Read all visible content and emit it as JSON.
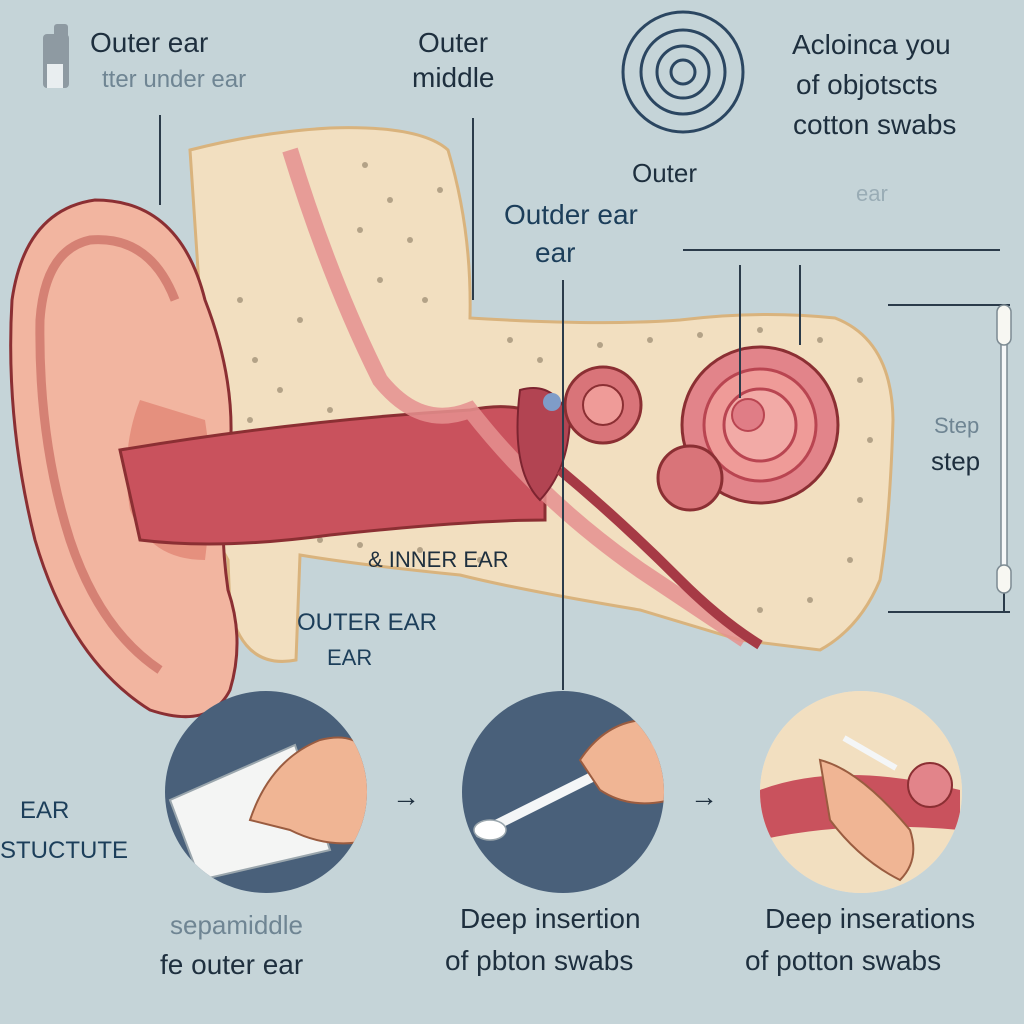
{
  "labels": {
    "top_outer_ear": "Outer ear",
    "top_under_ear": "tter under ear",
    "top_outer": "Outer",
    "top_middle": "middle",
    "notice_line1": "Acloinca you",
    "notice_line2": "of objotscts",
    "notice_line3": "cotton swabs",
    "outer_mid": "Outer",
    "faint_ear": "ear",
    "outder_ear": "Outder ear",
    "outder_ear_2": "ear",
    "inner_ear": "& INNER EAR",
    "outer_ear_lower": "OUTER EAR",
    "outer_ear_lower_2": "EAR",
    "step_faint": "Step",
    "step": "step",
    "ear_structure_1": "EAR",
    "ear_structure_2": "STUCTUTE",
    "arrow1": "→",
    "arrow2": "→"
  },
  "steps": [
    {
      "caption_line1": "sepamiddle",
      "caption_line2": "fe outer ear"
    },
    {
      "caption_line1": "Deep insertion",
      "caption_line2": "of pbton swabs"
    },
    {
      "caption_line1": "Deep inserations",
      "caption_line2": "of potton swabs"
    }
  ],
  "colors": {
    "background": "#c5d4d8",
    "skin": "#f2b5a0",
    "canal": "#c9525d",
    "bone": "#f2dfc0",
    "label_text": "#1c3e5a"
  }
}
